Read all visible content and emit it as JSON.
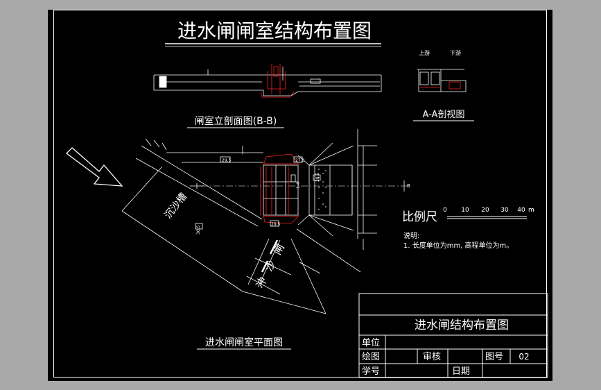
{
  "drawing": {
    "main_title": "进水闸闸室结构布置图",
    "section_bb_title": "闸室立剖面图(B-B)",
    "section_aa_title": "A-A剖视图",
    "plan_title": "进水闸闸室平面图",
    "upstream_label": "上游",
    "downstream_label": "下游",
    "basin_label": "沉沙槽",
    "sluice_label": "冲沙闸",
    "section_marker": "B",
    "elev_tags": [
      "29.5",
      "27.0",
      "29.5",
      "30.5",
      "28.5"
    ],
    "dim_label": "1.4"
  },
  "scale": {
    "label": "比例尺",
    "ticks": [
      "0",
      "10",
      "20",
      "30",
      "40"
    ],
    "unit": "m"
  },
  "notes": {
    "heading": "说明:",
    "items": [
      "1. 长度单位为mm, 高程单位为m。"
    ]
  },
  "title_block": {
    "title": "进水闸结构布置图",
    "unit_label": "单位",
    "drawn_label": "绘图",
    "review_label": "审核",
    "drawing_no_label": "图号",
    "drawing_no": "02",
    "student_no_label": "学号",
    "date_label": "日期"
  },
  "colors": {
    "background": "#000000",
    "line": "#ffffff",
    "accent": "#ff2020"
  }
}
